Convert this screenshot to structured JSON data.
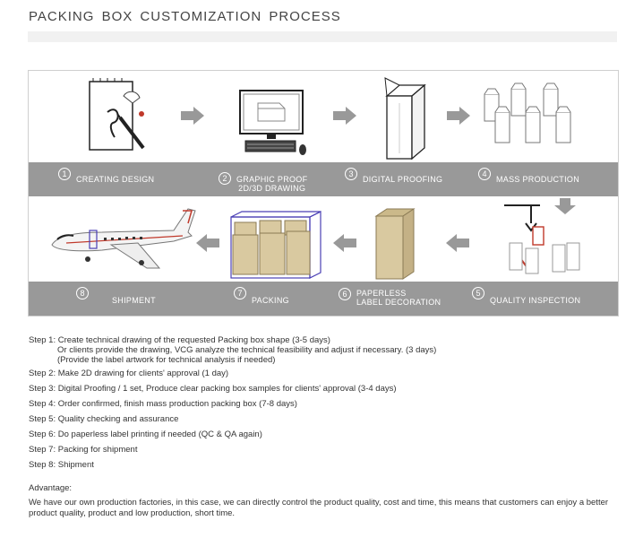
{
  "title": "PACKING  BOX  CUSTOMIZATION  PROCESS",
  "process": [
    {
      "num": "1",
      "lines": [
        "CREATING DESIGN"
      ]
    },
    {
      "num": "2",
      "lines": [
        "GRAPHIC PROOF",
        "2D/3D  DRAWING"
      ]
    },
    {
      "num": "3",
      "lines": [
        "DIGITAL  PROOFING"
      ]
    },
    {
      "num": "4",
      "lines": [
        "MASS PRODUCTION"
      ]
    },
    {
      "num": "5",
      "lines": [
        "QUALITY INSPECTION"
      ]
    },
    {
      "num": "6",
      "lines": [
        "PAPERLESS",
        "LABEL  DECORATION"
      ]
    },
    {
      "num": "7",
      "lines": [
        "PACKING"
      ]
    },
    {
      "num": "8",
      "lines": [
        "SHIPMENT"
      ]
    }
  ],
  "steps": [
    {
      "label": "Step 1:",
      "text": "Create technical drawing of the requested Packing box shape (3-5 days)",
      "sub": [
        "Or clients provide the drawing, VCG analyze the technical feasibility and adjust if necessary. (3 days)",
        "(Provide the label artwork for technical analysis if needed)"
      ]
    },
    {
      "label": "Step 2:",
      "text": "Make 2D drawing for clients' approval (1 day)"
    },
    {
      "label": "Step 3:",
      "text": "Digital  Proofing / 1 set, Produce clear packing box samples for clients' approval  (3-4 days)"
    },
    {
      "label": "Step 4:",
      "text": "Order confirmed, finish mass production packing box (7-8 days)"
    },
    {
      "label": "Step 5:",
      "text": "Quality checking and assurance"
    },
    {
      "label": "Step 6:",
      "text": "Do paperless label printing if needed (QC & QA again)"
    },
    {
      "label": "Step 7:",
      "text": "Packing for shipment"
    },
    {
      "label": "Step 8:",
      "text": "Shipment"
    }
  ],
  "advantage_title": "Advantage:",
  "advantage_text": "We have our own production factories, in this case, we can directly control the product quality, cost and time, this means that customers can enjoy a better product quality, product and low production, short time.",
  "colors": {
    "band": "#999999",
    "arrow": "#999999",
    "accent_red": "#c0392b",
    "packing_frame": "#4a3fb5",
    "box_kraft": "#d9c9a0"
  }
}
